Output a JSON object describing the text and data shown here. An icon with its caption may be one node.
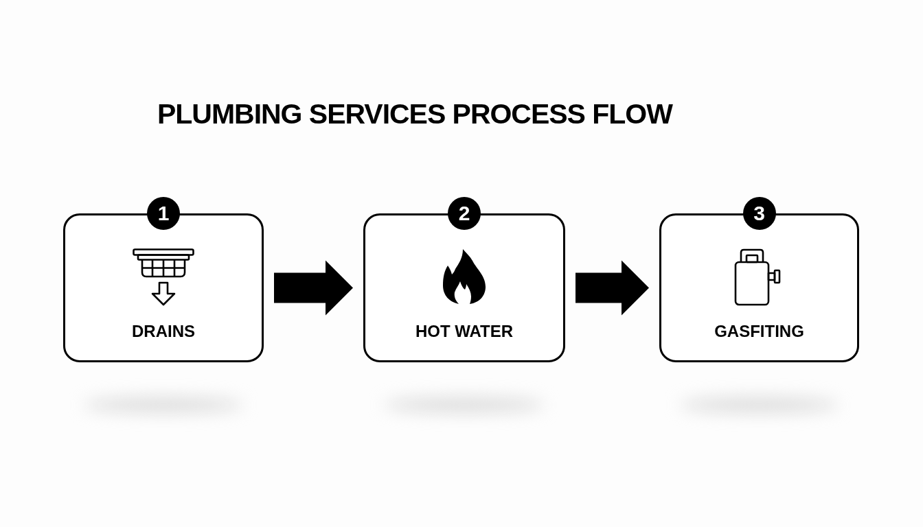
{
  "diagram": {
    "title": "PLUMBING SERVICES PROCESS FLOW",
    "nodes": [
      {
        "text": [
          "1",
          "DRAINS"
        ]
      },
      {
        "text": [
          "2",
          "HOT WATER"
        ]
      },
      {
        "text": [
          "3",
          "GASFITING"
        ]
      }
    ],
    "edges": [
      {
        "from": 0,
        "to": 1,
        "arrow": "to",
        "style": "thick"
      },
      {
        "from": 1,
        "to": 2,
        "arrow": "to",
        "style": "thick"
      }
    ]
  }
}
